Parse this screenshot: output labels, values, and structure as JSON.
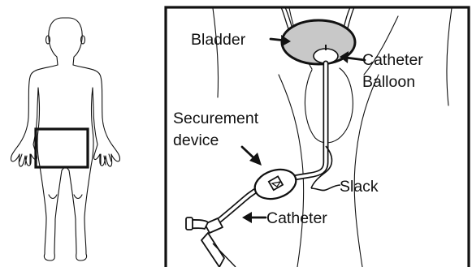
{
  "labels": {
    "bladder": "Bladder",
    "catheter_balloon_line1": "Catheter",
    "catheter_balloon_line2": "Balloon",
    "securement_line1": "Securement",
    "securement_line2": "device",
    "slack": "Slack",
    "catheter": "Catheter"
  },
  "colors": {
    "ink": "#111111",
    "bladder_fill": "#c8c8c8",
    "panel_border": "#111111",
    "background": "#ffffff"
  }
}
